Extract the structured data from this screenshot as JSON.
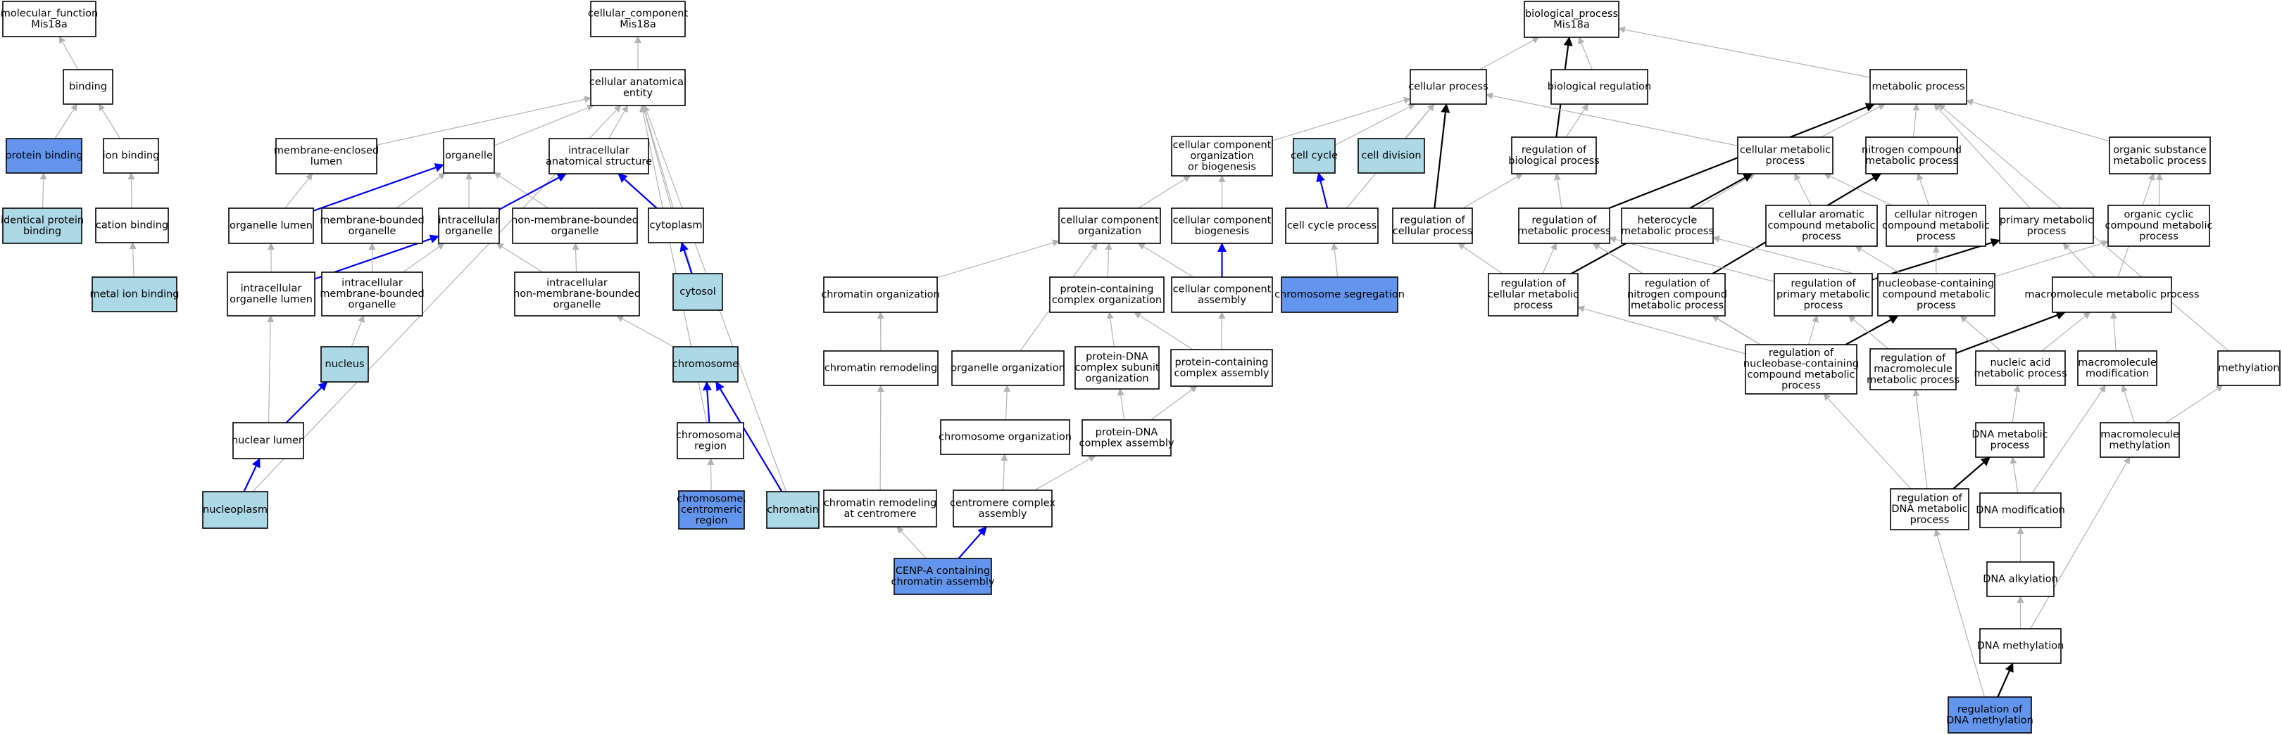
{
  "colors": {
    "default_fill": "#ffffff",
    "light": "#add8e6",
    "dark": "#6495ed",
    "edge_gray": "#b3b3b3",
    "edge_blue": "#0000ff",
    "edge_black": "#000000"
  },
  "nodes": [
    {
      "id": "mf",
      "lines": [
        "molecular_function",
        "Mis18a"
      ],
      "fill": "default"
    },
    {
      "id": "binding",
      "lines": [
        "binding"
      ],
      "fill": "default"
    },
    {
      "id": "protbind",
      "lines": [
        "protein binding"
      ],
      "fill": "dark"
    },
    {
      "id": "ionbind",
      "lines": [
        "ion binding"
      ],
      "fill": "default"
    },
    {
      "id": "identprot",
      "lines": [
        "identical protein",
        "binding"
      ],
      "fill": "light"
    },
    {
      "id": "cationbind",
      "lines": [
        "cation binding"
      ],
      "fill": "default"
    },
    {
      "id": "metalion",
      "lines": [
        "metal ion binding"
      ],
      "fill": "light"
    },
    {
      "id": "cc",
      "lines": [
        "cellular_component",
        "Mis18a"
      ],
      "fill": "default"
    },
    {
      "id": "cae",
      "lines": [
        "cellular anatomical",
        "entity"
      ],
      "fill": "default"
    },
    {
      "id": "memenc",
      "lines": [
        "membrane-enclosed",
        "lumen"
      ],
      "fill": "default"
    },
    {
      "id": "organelle",
      "lines": [
        "organelle"
      ],
      "fill": "default"
    },
    {
      "id": "intraanat",
      "lines": [
        "intracellular",
        "anatomical structure"
      ],
      "fill": "default"
    },
    {
      "id": "orglumen",
      "lines": [
        "organelle lumen"
      ],
      "fill": "default"
    },
    {
      "id": "membound",
      "lines": [
        "membrane-bounded",
        "organelle"
      ],
      "fill": "default"
    },
    {
      "id": "intraorg",
      "lines": [
        "intracellular",
        "organelle"
      ],
      "fill": "default"
    },
    {
      "id": "nonmem",
      "lines": [
        "non-membrane-bounded",
        "organelle"
      ],
      "fill": "default"
    },
    {
      "id": "cytoplasm",
      "lines": [
        "cytoplasm"
      ],
      "fill": "default"
    },
    {
      "id": "intraorglumen",
      "lines": [
        "intracellular",
        "organelle lumen"
      ],
      "fill": "default"
    },
    {
      "id": "intramem",
      "lines": [
        "intracellular",
        "membrane-bounded",
        "organelle"
      ],
      "fill": "default"
    },
    {
      "id": "intranonmem",
      "lines": [
        "intracellular",
        "non-membrane-bounded",
        "organelle"
      ],
      "fill": "default"
    },
    {
      "id": "cytosol",
      "lines": [
        "cytosol"
      ],
      "fill": "light"
    },
    {
      "id": "nucleus",
      "lines": [
        "nucleus"
      ],
      "fill": "light"
    },
    {
      "id": "chromosome",
      "lines": [
        "chromosome"
      ],
      "fill": "light"
    },
    {
      "id": "nuclumen",
      "lines": [
        "nuclear lumen"
      ],
      "fill": "default"
    },
    {
      "id": "chromreg",
      "lines": [
        "chromosomal",
        "region"
      ],
      "fill": "default"
    },
    {
      "id": "chromatin",
      "lines": [
        "chromatin"
      ],
      "fill": "light"
    },
    {
      "id": "nucleoplasm",
      "lines": [
        "nucleoplasm"
      ],
      "fill": "light"
    },
    {
      "id": "centreg",
      "lines": [
        "chromosome,",
        "centromeric",
        "region"
      ],
      "fill": "dark"
    },
    {
      "id": "bp",
      "lines": [
        "biological_process",
        "Mis18a"
      ],
      "fill": "default"
    },
    {
      "id": "cellproc",
      "lines": [
        "cellular process"
      ],
      "fill": "default"
    },
    {
      "id": "bioreg",
      "lines": [
        "biological regulation"
      ],
      "fill": "default"
    },
    {
      "id": "metproc",
      "lines": [
        "metabolic process"
      ],
      "fill": "default"
    },
    {
      "id": "ccob",
      "lines": [
        "cellular component",
        "organization",
        "or biogenesis"
      ],
      "fill": "default"
    },
    {
      "id": "cellcycle",
      "lines": [
        "cell cycle"
      ],
      "fill": "light"
    },
    {
      "id": "celldiv",
      "lines": [
        "cell division"
      ],
      "fill": "light"
    },
    {
      "id": "regbio",
      "lines": [
        "regulation of",
        "biological process"
      ],
      "fill": "default"
    },
    {
      "id": "cellmet",
      "lines": [
        "cellular metabolic",
        "process"
      ],
      "fill": "default"
    },
    {
      "id": "nitrocomp",
      "lines": [
        "nitrogen compound",
        "metabolic process"
      ],
      "fill": "default"
    },
    {
      "id": "orgsub",
      "lines": [
        "organic substance",
        "metabolic process"
      ],
      "fill": "default"
    },
    {
      "id": "cco",
      "lines": [
        "cellular component",
        "organization"
      ],
      "fill": "default"
    },
    {
      "id": "ccbio",
      "lines": [
        "cellular component",
        "biogenesis"
      ],
      "fill": "default"
    },
    {
      "id": "cellcycleproc",
      "lines": [
        "cell cycle process"
      ],
      "fill": "default"
    },
    {
      "id": "regcellproc",
      "lines": [
        "regulation of",
        "cellular process"
      ],
      "fill": "default"
    },
    {
      "id": "regmet",
      "lines": [
        "regulation of",
        "metabolic process"
      ],
      "fill": "default"
    },
    {
      "id": "hetero",
      "lines": [
        "heterocycle",
        "metabolic process"
      ],
      "fill": "default"
    },
    {
      "id": "cellarom",
      "lines": [
        "cellular aromatic",
        "compound metabolic",
        "process"
      ],
      "fill": "default"
    },
    {
      "id": "cellnitro",
      "lines": [
        "cellular nitrogen",
        "compound metabolic",
        "process"
      ],
      "fill": "default"
    },
    {
      "id": "primmet",
      "lines": [
        "primary metabolic",
        "process"
      ],
      "fill": "default"
    },
    {
      "id": "orgcyc",
      "lines": [
        "organic cyclic",
        "compound metabolic",
        "process"
      ],
      "fill": "default"
    },
    {
      "id": "chromorg",
      "lines": [
        "chromatin organization"
      ],
      "fill": "default"
    },
    {
      "id": "protcomplexorg",
      "lines": [
        "protein-containing",
        "complex organization"
      ],
      "fill": "default"
    },
    {
      "id": "ccassembly",
      "lines": [
        "cellular component",
        "assembly"
      ],
      "fill": "default"
    },
    {
      "id": "chromseg",
      "lines": [
        "chromosome segregation"
      ],
      "fill": "dark"
    },
    {
      "id": "regcellmet",
      "lines": [
        "regulation of",
        "cellular metabolic",
        "process"
      ],
      "fill": "default"
    },
    {
      "id": "regnitro",
      "lines": [
        "regulation of",
        "nitrogen compound",
        "metabolic process"
      ],
      "fill": "default"
    },
    {
      "id": "regprim",
      "lines": [
        "regulation of",
        "primary metabolic",
        "process"
      ],
      "fill": "default"
    },
    {
      "id": "nucbase",
      "lines": [
        "nucleobase-containing",
        "compound metabolic",
        "process"
      ],
      "fill": "default"
    },
    {
      "id": "macromet",
      "lines": [
        "macromolecule metabolic process"
      ],
      "fill": "default"
    },
    {
      "id": "chromremod",
      "lines": [
        "chromatin remodeling"
      ],
      "fill": "default"
    },
    {
      "id": "orgorg",
      "lines": [
        "organelle organization"
      ],
      "fill": "default"
    },
    {
      "id": "protdnasub",
      "lines": [
        "protein-DNA",
        "complex subunit",
        "organization"
      ],
      "fill": "default"
    },
    {
      "id": "protcomplexasm",
      "lines": [
        "protein-containing",
        "complex assembly"
      ],
      "fill": "default"
    },
    {
      "id": "regnucbase",
      "lines": [
        "regulation of",
        "nucleobase-containing",
        "compound metabolic",
        "process"
      ],
      "fill": "default"
    },
    {
      "id": "regmacro",
      "lines": [
        "regulation of",
        "macromolecule",
        "metabolic process"
      ],
      "fill": "default"
    },
    {
      "id": "nucacid",
      "lines": [
        "nucleic acid",
        "metabolic process"
      ],
      "fill": "default"
    },
    {
      "id": "macromod",
      "lines": [
        "macromolecule",
        "modification"
      ],
      "fill": "default"
    },
    {
      "id": "methylation",
      "lines": [
        "methylation"
      ],
      "fill": "default"
    },
    {
      "id": "chromosomeorg",
      "lines": [
        "chromosome organization"
      ],
      "fill": "default"
    },
    {
      "id": "protdnaasm",
      "lines": [
        "protein-DNA",
        "complex assembly"
      ],
      "fill": "default"
    },
    {
      "id": "dnamet",
      "lines": [
        "DNA metabolic",
        "process"
      ],
      "fill": "default"
    },
    {
      "id": "macromethyl",
      "lines": [
        "macromolecule",
        "methylation"
      ],
      "fill": "default"
    },
    {
      "id": "chromremodcent",
      "lines": [
        "chromatin remodeling",
        "at centromere"
      ],
      "fill": "default"
    },
    {
      "id": "centasm",
      "lines": [
        "centromere complex",
        "assembly"
      ],
      "fill": "default"
    },
    {
      "id": "regdnamet",
      "lines": [
        "regulation of",
        "DNA metabolic",
        "process"
      ],
      "fill": "default"
    },
    {
      "id": "dnamod",
      "lines": [
        "DNA modification"
      ],
      "fill": "default"
    },
    {
      "id": "cenpa",
      "lines": [
        "CENP-A containing",
        "chromatin assembly"
      ],
      "fill": "dark"
    },
    {
      "id": "dnaalk",
      "lines": [
        "DNA alkylation"
      ],
      "fill": "default"
    },
    {
      "id": "dnamethyl",
      "lines": [
        "DNA methylation"
      ],
      "fill": "default"
    },
    {
      "id": "regdnamethyl",
      "lines": [
        "regulation of",
        "DNA methylation"
      ],
      "fill": "dark"
    }
  ],
  "edges": [
    [
      "binding",
      "mf",
      "gray"
    ],
    [
      "protbind",
      "binding",
      "gray"
    ],
    [
      "ionbind",
      "binding",
      "gray"
    ],
    [
      "identprot",
      "protbind",
      "gray"
    ],
    [
      "cationbind",
      "ionbind",
      "gray"
    ],
    [
      "metalion",
      "cationbind",
      "gray"
    ],
    [
      "cae",
      "cc",
      "gray"
    ],
    [
      "memenc",
      "cae",
      "gray"
    ],
    [
      "organelle",
      "cae",
      "gray"
    ],
    [
      "intraanat",
      "cae",
      "gray"
    ],
    [
      "cytoplasm",
      "cae",
      "gray"
    ],
    [
      "cytosol",
      "cae",
      "gray"
    ],
    [
      "chromreg",
      "cae",
      "gray"
    ],
    [
      "chromatin",
      "cae",
      "gray"
    ],
    [
      "nucleoplasm",
      "cae",
      "gray"
    ],
    [
      "orglumen",
      "memenc",
      "gray"
    ],
    [
      "orglumen",
      "organelle",
      "blue"
    ],
    [
      "membound",
      "organelle",
      "gray"
    ],
    [
      "intraorg",
      "organelle",
      "gray"
    ],
    [
      "nonmem",
      "organelle",
      "gray"
    ],
    [
      "intraorg",
      "intraanat",
      "blue"
    ],
    [
      "cytoplasm",
      "intraanat",
      "blue"
    ],
    [
      "cytosol",
      "cytoplasm",
      "blue"
    ],
    [
      "intraorglumen",
      "orglumen",
      "gray"
    ],
    [
      "intraorglumen",
      "intraorg",
      "blue"
    ],
    [
      "intramem",
      "intraorg",
      "gray"
    ],
    [
      "intramem",
      "membound",
      "gray"
    ],
    [
      "intranonmem",
      "intraorg",
      "gray"
    ],
    [
      "intranonmem",
      "nonmem",
      "gray"
    ],
    [
      "nucleus",
      "intramem",
      "gray"
    ],
    [
      "chromosome",
      "intranonmem",
      "gray"
    ],
    [
      "nuclumen",
      "intraorglumen",
      "gray"
    ],
    [
      "nuclumen",
      "nucleus",
      "blue"
    ],
    [
      "nucleoplasm",
      "nuclumen",
      "blue"
    ],
    [
      "chromreg",
      "chromosome",
      "blue"
    ],
    [
      "chromatin",
      "chromosome",
      "blue"
    ],
    [
      "centreg",
      "chromreg",
      "gray"
    ],
    [
      "cellproc",
      "bp",
      "gray"
    ],
    [
      "bioreg",
      "bp",
      "gray"
    ],
    [
      "metproc",
      "bp",
      "gray"
    ],
    [
      "regbio",
      "bp",
      "black"
    ],
    [
      "ccob",
      "cellproc",
      "gray"
    ],
    [
      "cellcycle",
      "cellproc",
      "gray"
    ],
    [
      "celldiv",
      "cellproc",
      "gray"
    ],
    [
      "regbio",
      "bioreg",
      "gray"
    ],
    [
      "cellmet",
      "cellproc",
      "gray"
    ],
    [
      "cellmet",
      "metproc",
      "gray"
    ],
    [
      "nitrocomp",
      "metproc",
      "gray"
    ],
    [
      "orgsub",
      "metproc",
      "gray"
    ],
    [
      "methylation",
      "metproc",
      "gray"
    ],
    [
      "cco",
      "ccob",
      "gray"
    ],
    [
      "ccbio",
      "ccob",
      "gray"
    ],
    [
      "cellcycleproc",
      "cellcycle",
      "blue"
    ],
    [
      "cellcycleproc",
      "cellproc",
      "gray"
    ],
    [
      "regcellproc",
      "cellproc",
      "black"
    ],
    [
      "regcellproc",
      "regbio",
      "gray"
    ],
    [
      "regmet",
      "regbio",
      "gray"
    ],
    [
      "regmet",
      "metproc",
      "black"
    ],
    [
      "hetero",
      "cellmet",
      "gray"
    ],
    [
      "cellarom",
      "cellmet",
      "gray"
    ],
    [
      "cellnitro",
      "cellmet",
      "gray"
    ],
    [
      "cellnitro",
      "nitrocomp",
      "gray"
    ],
    [
      "primmet",
      "metproc",
      "gray"
    ],
    [
      "orgcyc",
      "orgsub",
      "gray"
    ],
    [
      "chromorg",
      "cco",
      "gray"
    ],
    [
      "protcomplexorg",
      "cco",
      "gray"
    ],
    [
      "ccassembly",
      "cco",
      "gray"
    ],
    [
      "ccassembly",
      "ccbio",
      "blue"
    ],
    [
      "chromseg",
      "cellcycleproc",
      "gray"
    ],
    [
      "regcellmet",
      "regcellproc",
      "gray"
    ],
    [
      "regcellmet",
      "regmet",
      "gray"
    ],
    [
      "regcellmet",
      "cellmet",
      "black"
    ],
    [
      "regnitro",
      "regmet",
      "gray"
    ],
    [
      "regnitro",
      "nitrocomp",
      "black"
    ],
    [
      "regprim",
      "regmet",
      "gray"
    ],
    [
      "regprim",
      "primmet",
      "black"
    ],
    [
      "nucbase",
      "hetero",
      "gray"
    ],
    [
      "nucbase",
      "cellarom",
      "gray"
    ],
    [
      "nucbase",
      "cellnitro",
      "gray"
    ],
    [
      "nucbase",
      "orgcyc",
      "gray"
    ],
    [
      "macromet",
      "primmet",
      "gray"
    ],
    [
      "macromet",
      "orgsub",
      "gray"
    ],
    [
      "chromremod",
      "chromorg",
      "gray"
    ],
    [
      "orgorg",
      "cco",
      "gray"
    ],
    [
      "protdnasub",
      "protcomplexorg",
      "gray"
    ],
    [
      "protcomplexasm",
      "protcomplexorg",
      "gray"
    ],
    [
      "protcomplexasm",
      "ccassembly",
      "gray"
    ],
    [
      "regnucbase",
      "regcellmet",
      "gray"
    ],
    [
      "regnucbase",
      "regnitro",
      "gray"
    ],
    [
      "regnucbase",
      "regprim",
      "gray"
    ],
    [
      "regnucbase",
      "nucbase",
      "black"
    ],
    [
      "regnucbase",
      "regmet",
      "gray"
    ],
    [
      "regmacro",
      "regprim",
      "gray"
    ],
    [
      "regmacro",
      "macromet",
      "black"
    ],
    [
      "nucacid",
      "nucbase",
      "gray"
    ],
    [
      "nucacid",
      "macromet",
      "gray"
    ],
    [
      "macromod",
      "macromet",
      "gray"
    ],
    [
      "chromosomeorg",
      "orgorg",
      "gray"
    ],
    [
      "protdnaasm",
      "protdnasub",
      "gray"
    ],
    [
      "protdnaasm",
      "protcomplexasm",
      "gray"
    ],
    [
      "dnamet",
      "nucacid",
      "gray"
    ],
    [
      "macromethyl",
      "macromod",
      "gray"
    ],
    [
      "macromethyl",
      "methylation",
      "gray"
    ],
    [
      "chromremodcent",
      "chromremod",
      "gray"
    ],
    [
      "centasm",
      "chromosomeorg",
      "gray"
    ],
    [
      "centasm",
      "protdnaasm",
      "gray"
    ],
    [
      "regdnamet",
      "regnucbase",
      "gray"
    ],
    [
      "regdnamet",
      "regmacro",
      "gray"
    ],
    [
      "regdnamet",
      "dnamet",
      "black"
    ],
    [
      "dnamod",
      "dnamet",
      "gray"
    ],
    [
      "dnamod",
      "macromod",
      "gray"
    ],
    [
      "cenpa",
      "chromremodcent",
      "gray"
    ],
    [
      "cenpa",
      "centasm",
      "blue"
    ],
    [
      "dnaalk",
      "dnamod",
      "gray"
    ],
    [
      "dnamethyl",
      "dnaalk",
      "gray"
    ],
    [
      "dnamethyl",
      "macromethyl",
      "gray"
    ],
    [
      "regdnamethyl",
      "dnamethyl",
      "black"
    ],
    [
      "regdnamethyl",
      "regdnamet",
      "gray"
    ]
  ]
}
